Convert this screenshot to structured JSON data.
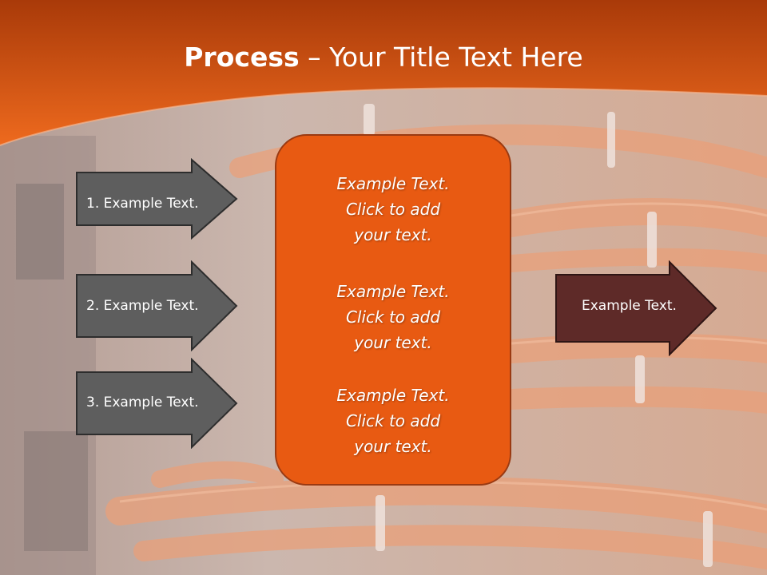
{
  "title": {
    "strong": "Process",
    "rest": " – Your Title Text Here"
  },
  "left_steps": [
    {
      "label": "1. Example Text."
    },
    {
      "label": "2. Example Text."
    },
    {
      "label": "3. Example Text."
    }
  ],
  "center_blocks": [
    {
      "line1": "Example Text.",
      "line2": "Click  to add",
      "line3": "your text."
    },
    {
      "line1": "Example Text.",
      "line2": "Click  to add",
      "line3": "your text."
    },
    {
      "line1": "Example Text.",
      "line2": "Click  to add",
      "line3": "your text."
    }
  ],
  "output": {
    "label": "Example Text."
  },
  "colors": {
    "header": "#e65d14",
    "box": "#e85a12",
    "left_arrow": "#5e5e5e",
    "right_arrow": "#5e2a28"
  }
}
